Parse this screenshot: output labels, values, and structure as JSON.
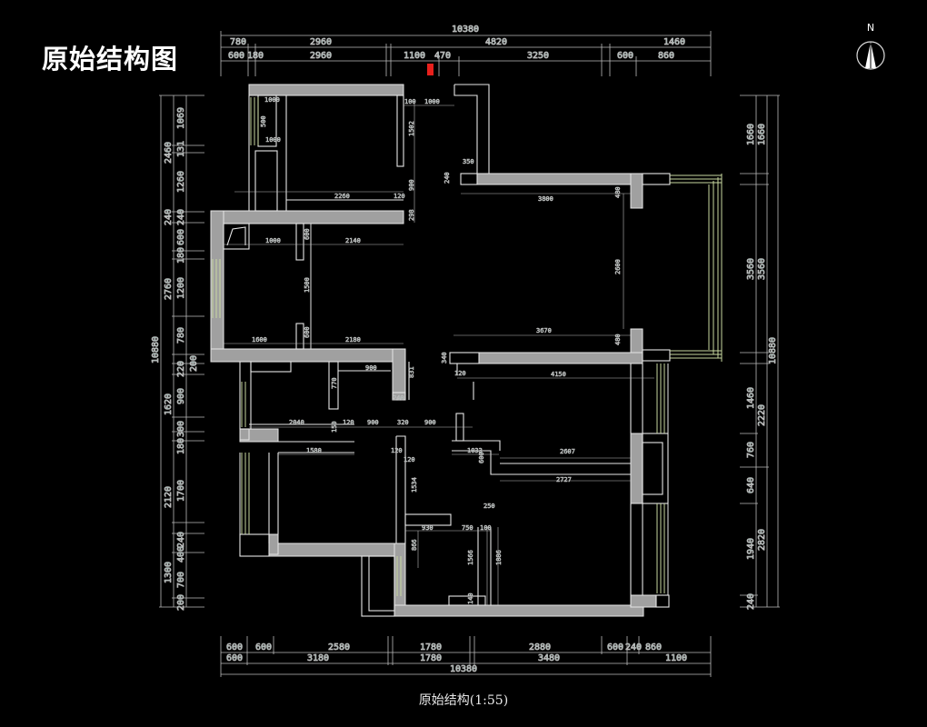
{
  "title": "原始结构图",
  "caption": "原始结构(1:55)",
  "north": {
    "label": "N",
    "icon": "north-arrow-icon"
  },
  "colors": {
    "background": "#000000",
    "wall_fill": "#a0a0a0",
    "line": "#e6e6e6",
    "dimension": "#5fa89a",
    "window": "#c8d8a0",
    "marker": "#e8201c"
  },
  "dimensions": {
    "top": {
      "overall": "10380",
      "row1": [
        "780",
        "2960",
        "4820",
        "1460"
      ],
      "row2": [
        "600",
        "180",
        "2960",
        "1100",
        "470",
        "3250",
        "600",
        "860"
      ]
    },
    "bottom": {
      "row1": [
        "600",
        "600",
        "2580",
        "1780",
        "2880",
        "600",
        "240",
        "860"
      ],
      "row2": [
        "600",
        "3180",
        "1780",
        "3480",
        "1100"
      ],
      "overall": "10380"
    },
    "left": {
      "overall": "10880",
      "outer": [
        "2460",
        "240",
        "2760",
        "1620",
        "2120",
        "1300"
      ],
      "inner": [
        "1069",
        "131",
        "1260",
        "240",
        "600",
        "180",
        "1200",
        "780",
        "200",
        "220",
        "900",
        "300",
        "180",
        "1700",
        "240",
        "400",
        "700",
        "200"
      ]
    },
    "right": {
      "overall": "10880",
      "outer": [
        "1660",
        "3560",
        "1460",
        "760",
        "640",
        "1940",
        "240"
      ],
      "inner": [
        "1660",
        "3560",
        "2220",
        "2820"
      ]
    },
    "interior": [
      "1000",
      "500",
      "1000",
      "100",
      "1000",
      "1502",
      "900",
      "2260",
      "120",
      "298",
      "350",
      "240",
      "3800",
      "480",
      "2600",
      "1000",
      "2140",
      "600",
      "1500",
      "1600",
      "2180",
      "600",
      "3670",
      "480",
      "340",
      "120",
      "4150",
      "900",
      "831",
      "240",
      "770",
      "150",
      "2040",
      "120",
      "900",
      "320",
      "900",
      "1580",
      "120",
      "120",
      "1534",
      "1033",
      "2607",
      "600",
      "2727",
      "250",
      "930",
      "750",
      "100",
      "866",
      "1566",
      "1886",
      "140"
    ]
  }
}
